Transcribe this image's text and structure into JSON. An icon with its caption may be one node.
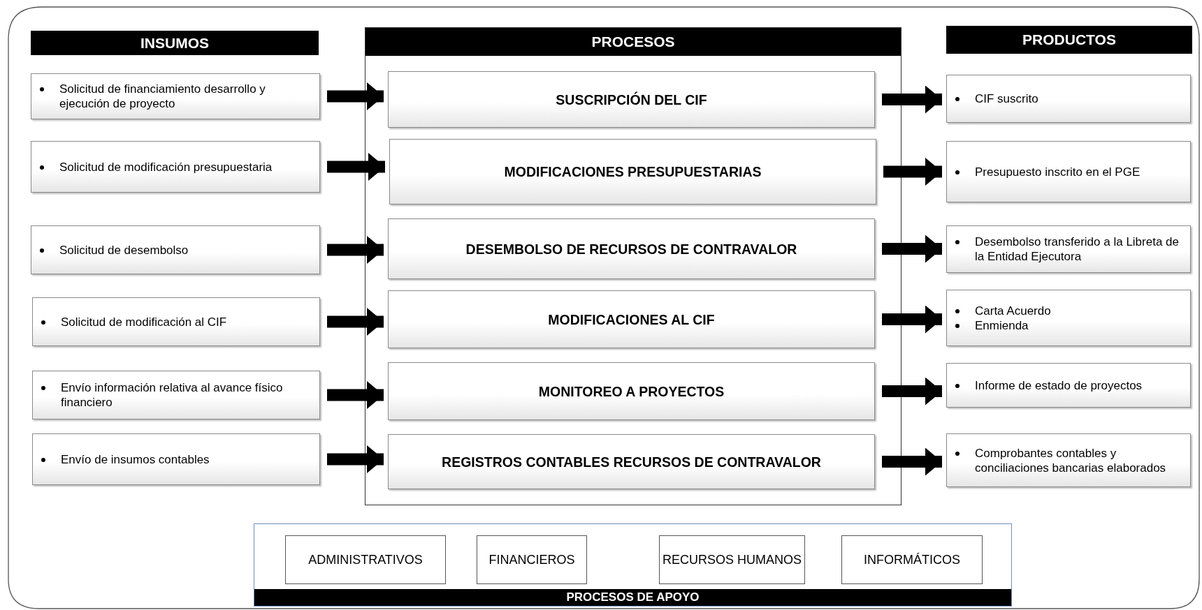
{
  "diagram": {
    "nodes": [
      {
        "text": [
          "INSUMOS"
        ]
      },
      {
        "text": [
          "PROCESOS"
        ]
      },
      {
        "text": [
          "PRODUCTOS"
        ]
      },
      {
        "text": [
          "Solicitud de financiamiento desarrollo y ejecución de proyecto"
        ]
      },
      {
        "text": [
          "Solicitud de modificación presupuestaria"
        ]
      },
      {
        "text": [
          "Solicitud de desembolso"
        ]
      },
      {
        "text": [
          "Solicitud de modificación al CIF"
        ]
      },
      {
        "text": [
          "Envío información relativa al avance físico financiero"
        ]
      },
      {
        "text": [
          "Envío de insumos contables"
        ]
      },
      {
        "text": [
          "SUSCRIPCIÓN DEL CIF"
        ],
        "in": 1
      },
      {
        "text": [
          "MODIFICACIONES PRESUPUESTARIAS"
        ],
        "in": 1
      },
      {
        "text": [
          "DESEMBOLSO DE RECURSOS DE CONTRAVALOR"
        ],
        "in": 1
      },
      {
        "text": [
          "MODIFICACIONES AL CIF"
        ],
        "in": 1
      },
      {
        "text": [
          "MONITOREO A PROYECTOS"
        ],
        "in": 1
      },
      {
        "text": [
          "REGISTROS CONTABLES RECURSOS DE CONTRAVALOR"
        ],
        "in": 1
      },
      {
        "text": [
          "CIF suscrito"
        ]
      },
      {
        "text": [
          "Presupuesto inscrito en el PGE"
        ]
      },
      {
        "text": [
          "Desembolso transferido a la Libreta de la Entidad Ejecutora"
        ]
      },
      {
        "text": [
          "Carta Acuerdo",
          "Enmienda"
        ]
      },
      {
        "text": [
          "Informe de estado de proyectos"
        ]
      },
      {
        "text": [
          "Comprobantes contables y conciliaciones bancarias elaborados"
        ]
      },
      {
        "text": [
          "PROCESOS DE APOYO"
        ]
      },
      {
        "text": [
          "ADMINISTRATIVOS"
        ],
        "in": 21
      },
      {
        "text": [
          "FINANCIEROS"
        ],
        "in": 21
      },
      {
        "text": [
          "RECURSOS HUMANOS"
        ],
        "in": 21
      },
      {
        "text": [
          "INFORMÁTICOS"
        ],
        "in": 21
      }
    ],
    "edges": [
      {
        "from": 3,
        "to": 9,
        "arrow": "to"
      },
      {
        "from": 4,
        "to": 10,
        "arrow": "to"
      },
      {
        "from": 5,
        "to": 11,
        "arrow": "to"
      },
      {
        "from": 6,
        "to": 12,
        "arrow": "to"
      },
      {
        "from": 7,
        "to": 13,
        "arrow": "to"
      },
      {
        "from": 8,
        "to": 14,
        "arrow": "to"
      },
      {
        "from": 9,
        "to": 15,
        "arrow": "to"
      },
      {
        "from": 10,
        "to": 16,
        "arrow": "to"
      },
      {
        "from": 11,
        "to": 17,
        "arrow": "to"
      },
      {
        "from": 12,
        "to": 18,
        "arrow": "to"
      },
      {
        "from": 13,
        "to": 19,
        "arrow": "to"
      },
      {
        "from": 14,
        "to": 20,
        "arrow": "to"
      }
    ]
  }
}
